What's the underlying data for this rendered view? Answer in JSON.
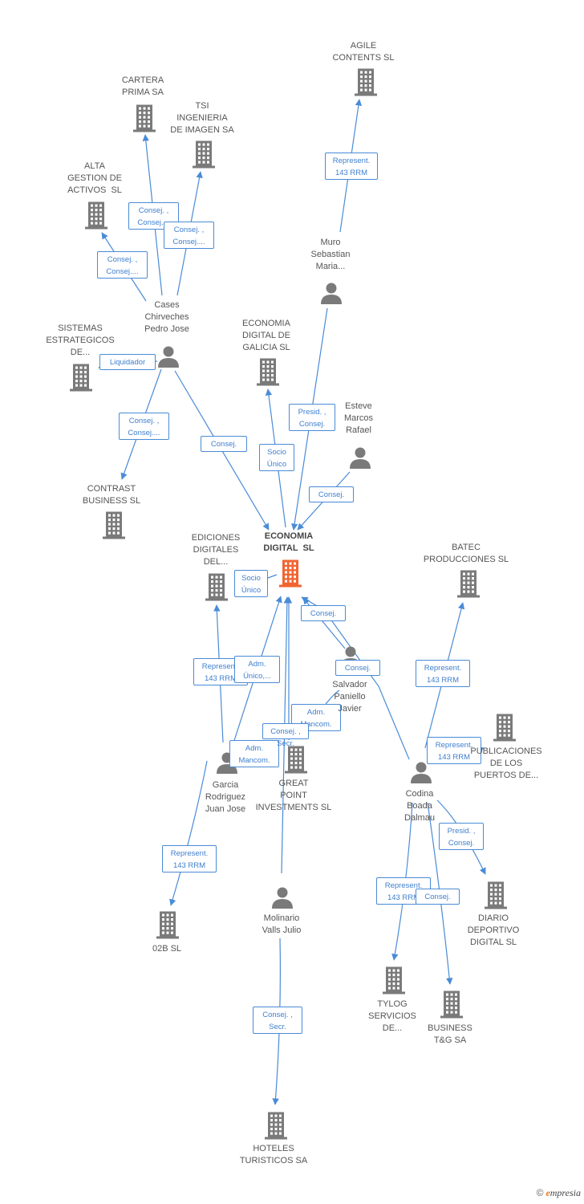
{
  "colors": {
    "edge": "#4a8bd6",
    "node_gray": "#7a7a7a",
    "node_center": "#f26430",
    "tag_border": "#4a8bd6",
    "tag_text": "#3f7fcf"
  },
  "nodes": [
    {
      "id": "agile",
      "type": "company",
      "label": "AGILE\nCONTENTS SL"
    },
    {
      "id": "cartera",
      "type": "company",
      "label": "CARTERA\nPRIMA SA"
    },
    {
      "id": "tsi",
      "type": "company",
      "label": "TSI\nINGENIERIA\nDE IMAGEN SA"
    },
    {
      "id": "alta",
      "type": "company",
      "label": "ALTA\nGESTION DE\nACTIVOS  SL"
    },
    {
      "id": "muro",
      "type": "person",
      "label": "Muro\nSebastian\nMaria..."
    },
    {
      "id": "cases",
      "type": "person",
      "label": "Cases\nChirveches\nPedro Jose"
    },
    {
      "id": "sistemas",
      "type": "company",
      "label": "SISTEMAS\nESTRATEGICOS\nDE..."
    },
    {
      "id": "ecogal",
      "type": "company",
      "label": "ECONOMIA\nDIGITAL DE\nGALICIA SL"
    },
    {
      "id": "esteve",
      "type": "person",
      "label": "Esteve\nMarcos\nRafael"
    },
    {
      "id": "contrast",
      "type": "company",
      "label": "CONTRAST\nBUSINESS SL"
    },
    {
      "id": "center",
      "type": "center",
      "label": "ECONOMIA\nDIGITAL  SL"
    },
    {
      "id": "ediciones",
      "type": "company",
      "label": "EDICIONES\nDIGITALES\nDEL..."
    },
    {
      "id": "batec",
      "type": "company",
      "label": "BATEC\nPRODUCCIONES SL"
    },
    {
      "id": "salvador",
      "type": "person",
      "label": "Salvador\nPaniello\nJavier"
    },
    {
      "id": "publicaciones",
      "type": "company",
      "label": "PUBLICACIONES\nDE LOS\nPUERTOS DE..."
    },
    {
      "id": "garcia",
      "type": "person",
      "label": "Garcia\nRodriguez\nJuan Jose"
    },
    {
      "id": "great",
      "type": "company",
      "label": "GREAT\nPOINT\nINVESTMENTS SL"
    },
    {
      "id": "codina",
      "type": "person",
      "label": "Codina\nBoada\nDalmau"
    },
    {
      "id": "o2b",
      "type": "company",
      "label": "02B SL"
    },
    {
      "id": "molinario",
      "type": "person",
      "label": "Molinario\nValls Julio"
    },
    {
      "id": "diario",
      "type": "company",
      "label": "DIARIO\nDEPORTIVO\nDIGITAL SL"
    },
    {
      "id": "tylog",
      "type": "company",
      "label": "TYLOG\nSERVICIOS\nDE..."
    },
    {
      "id": "business",
      "type": "company",
      "label": "BUSINESS\nT&G SA"
    },
    {
      "id": "hoteles",
      "type": "company",
      "label": "HOTELES\nTURISTICOS SA"
    }
  ],
  "edges": [
    {
      "from": "muro",
      "to": "agile",
      "label": "Represent.\n143 RRM"
    },
    {
      "from": "cases",
      "to": "cartera",
      "label": "Consej. ,\nConsej...."
    },
    {
      "from": "cases",
      "to": "tsi",
      "label": "Consej. ,\nConsej...."
    },
    {
      "from": "cases",
      "to": "alta",
      "label": "Consej. ,\nConsej...."
    },
    {
      "from": "cases",
      "to": "sistemas",
      "label": "Liquidador"
    },
    {
      "from": "cases",
      "to": "contrast",
      "label": "Consej. ,\nConsej...."
    },
    {
      "from": "cases",
      "to": "center",
      "label": "Consej."
    },
    {
      "from": "center",
      "to": "ecogal",
      "label": "Socio\nÚnico"
    },
    {
      "from": "muro",
      "to": "center",
      "label": "Presid. ,\nConsej."
    },
    {
      "from": "esteve",
      "to": "center",
      "label": "Consej."
    },
    {
      "from": "center",
      "to": "ediciones",
      "label": "Socio\nÚnico"
    },
    {
      "from": "salvador",
      "to": "center",
      "label": "Consej."
    },
    {
      "from": "codina",
      "to": "center",
      "label": "Consej."
    },
    {
      "from": "garcia",
      "to": "ediciones",
      "label": "Represent.\n143 RRM"
    },
    {
      "from": "garcia",
      "to": "center",
      "label": "Adm.\nMancom."
    },
    {
      "from": "great",
      "to": "center",
      "label": "Adm.\nÚnico,..."
    },
    {
      "from": "salvador",
      "to": "great",
      "label": "Adm.\nMancom."
    },
    {
      "from": "molinario",
      "to": "center",
      "label": "Consej. ,\nSecr."
    },
    {
      "from": "codina",
      "to": "batec",
      "label": "Represent.\n143 RRM"
    },
    {
      "from": "codina",
      "to": "publicaciones",
      "label": "Represent.\n143 RRM"
    },
    {
      "from": "garcia",
      "to": "o2b",
      "label": "Represent.\n143 RRM"
    },
    {
      "from": "codina",
      "to": "diario",
      "label": "Presid. ,\nConsej."
    },
    {
      "from": "codina",
      "to": "tylog",
      "label": "Represent.\n143 RRM"
    },
    {
      "from": "codina",
      "to": "business",
      "label": "Consej."
    },
    {
      "from": "molinario",
      "to": "hoteles",
      "label": "Consej. ,\nSecr."
    }
  ],
  "branding": {
    "copyright": "©",
    "name_first": "e",
    "name_rest": "mpresia"
  }
}
